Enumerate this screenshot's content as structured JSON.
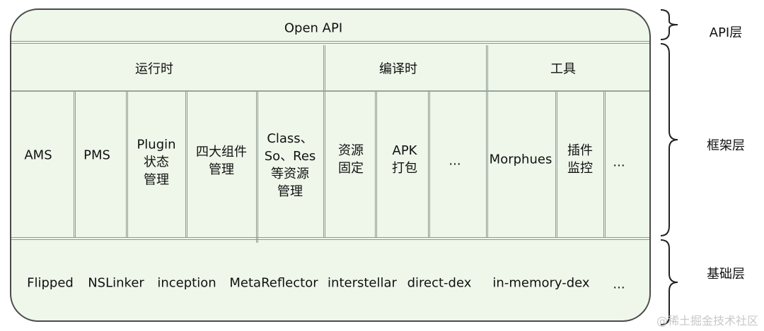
{
  "api_layer": {
    "title": "Open API",
    "label": "API层"
  },
  "framework_layer": {
    "label": "框架层",
    "headers": [
      "运行时",
      "编译时",
      "工具"
    ],
    "cells": [
      "AMS",
      "PMS",
      "Plugin\n状态\n管理",
      "四大组件\n管理",
      "Class、\nSo、Res\n等资源\n管理",
      "资源\n固定",
      "APK\n打包",
      "...",
      "Morphues",
      "插件\n监控",
      "..."
    ]
  },
  "base_layer": {
    "label": "基础层",
    "items": [
      "Flipped",
      "NSLinker",
      "inception",
      "MetaReflector",
      "interstellar",
      "direct-dex",
      "in-memory-dex",
      "..."
    ]
  },
  "watermark": "@稀土掘金技术社区"
}
